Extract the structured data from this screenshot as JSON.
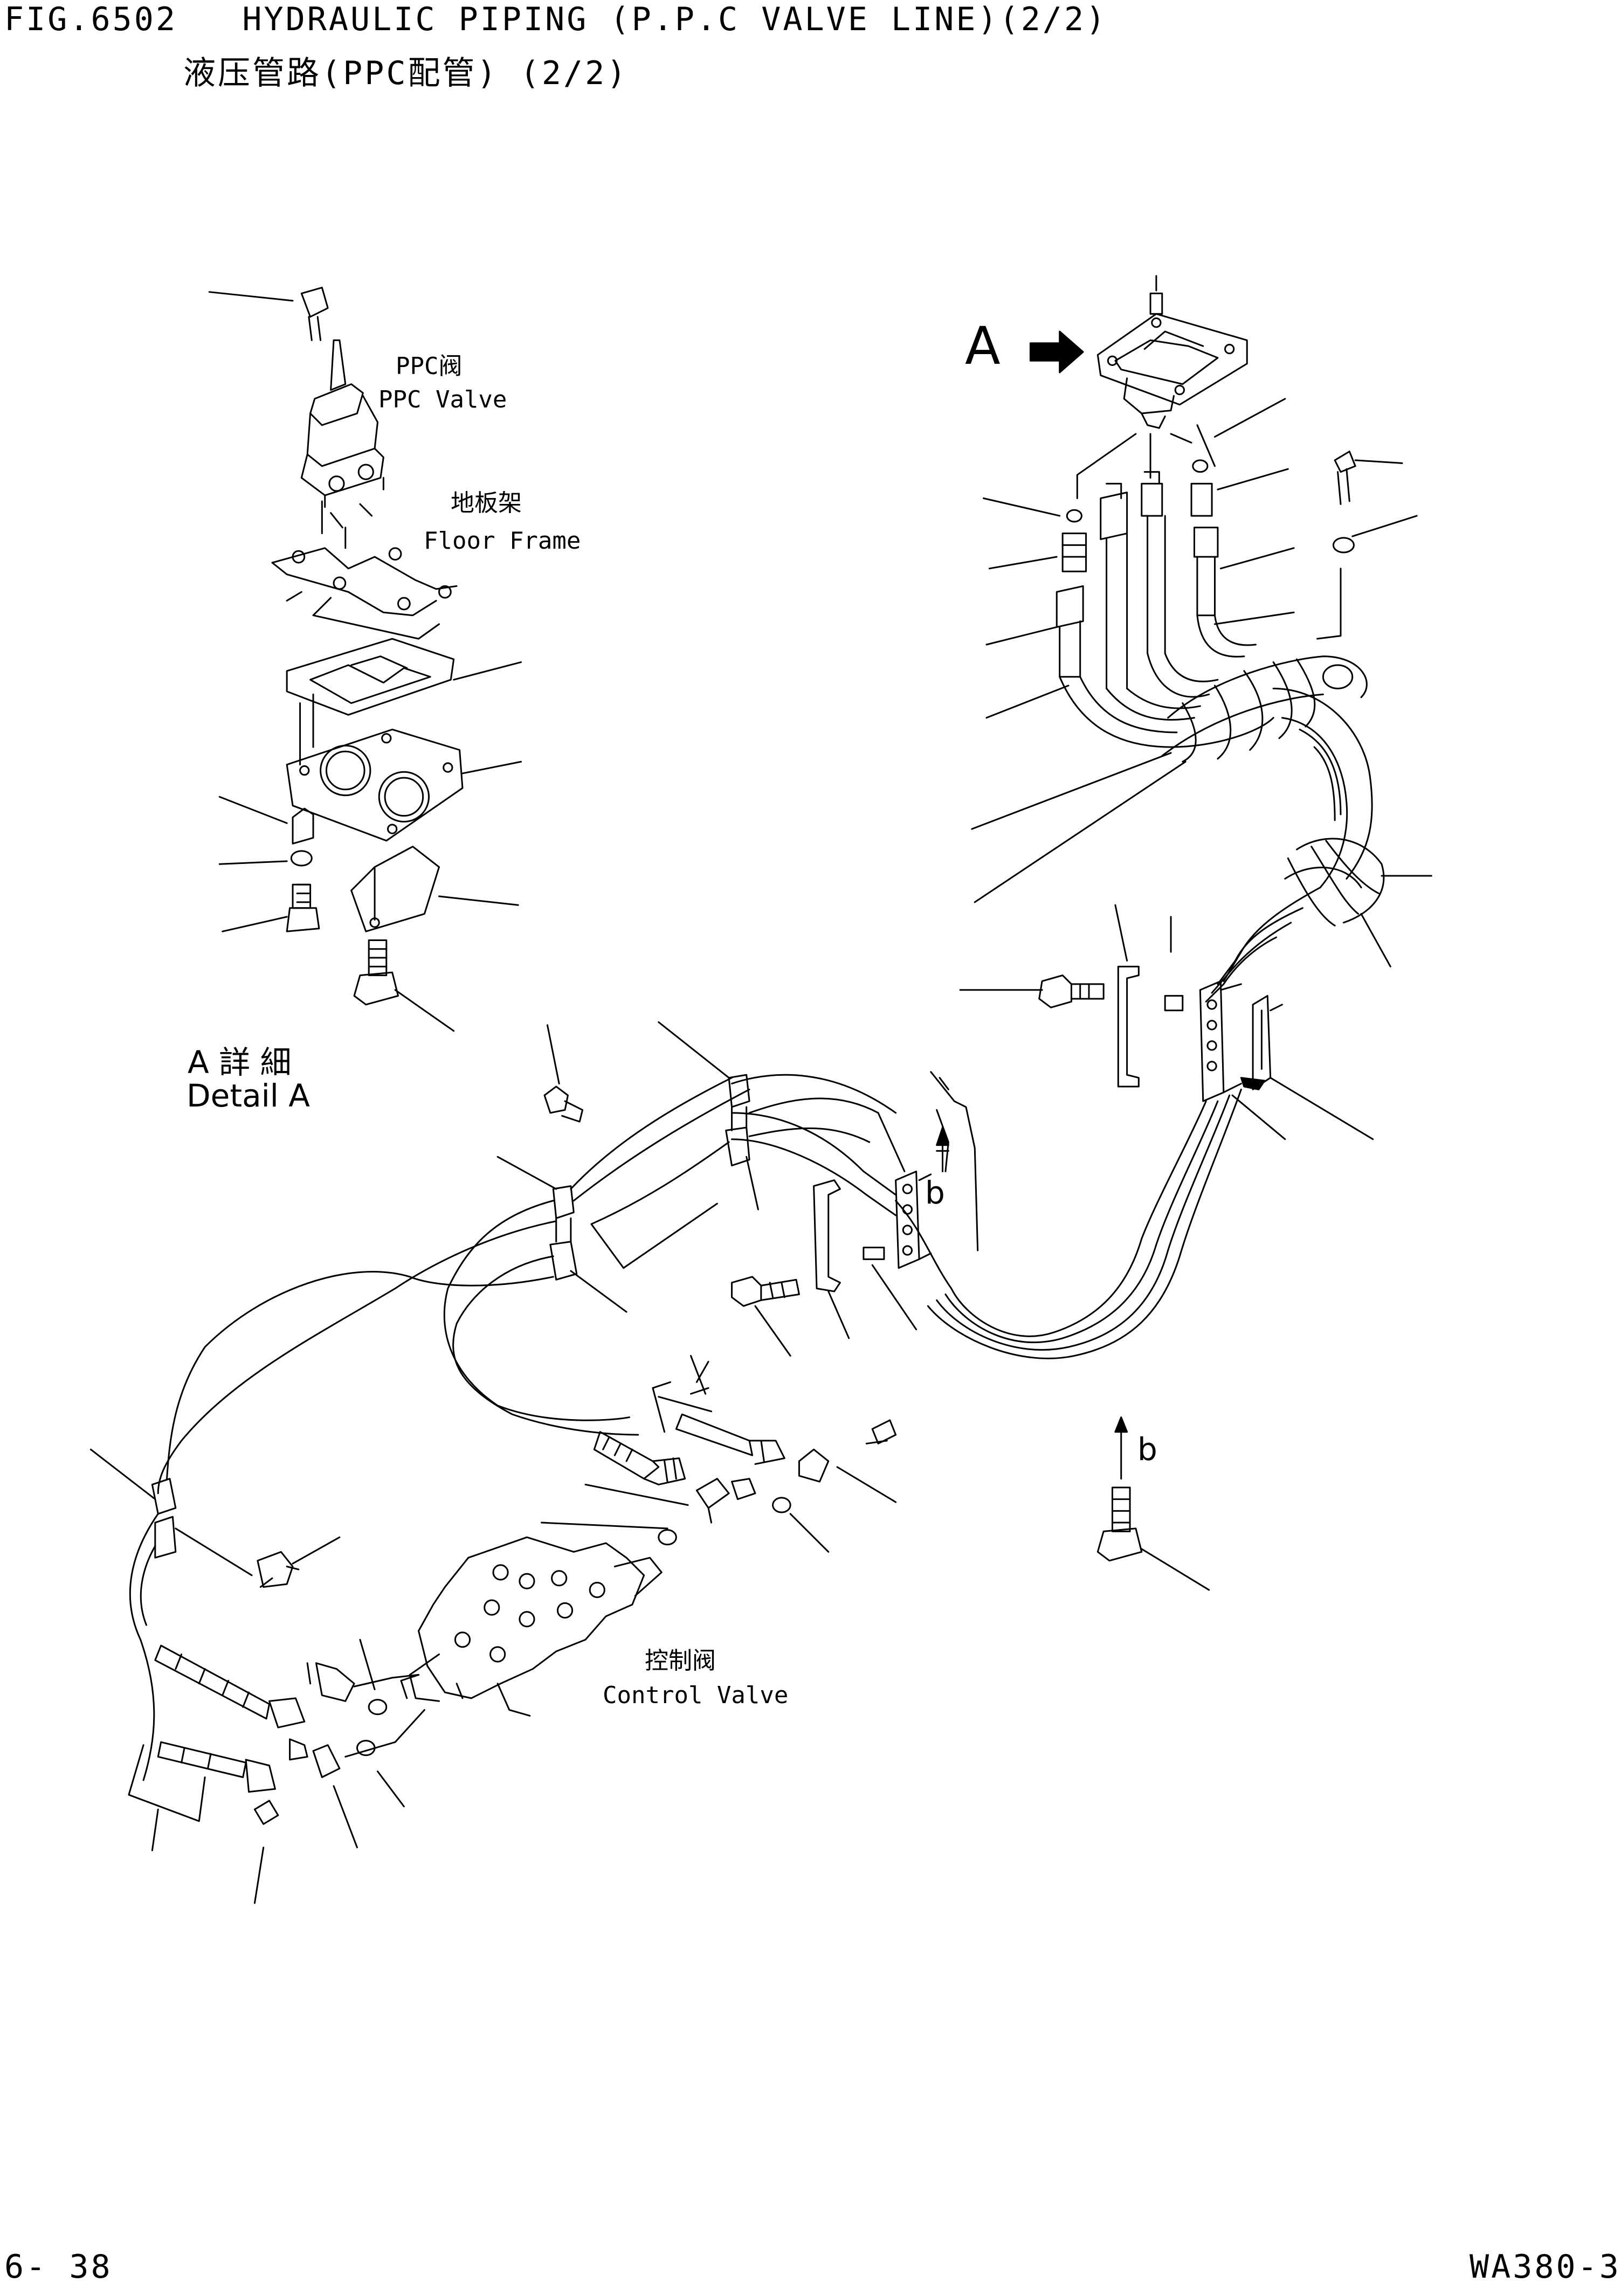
{
  "header": {
    "title_en": "FIG.6502   HYDRAULIC PIPING (P.P.C VALVE LINE)(2/2)",
    "title_zh": "液压管路(PPC配管) (2/2)"
  },
  "labels": {
    "ppc_valve_zh": "PPC阀",
    "ppc_valve_en": "PPC Valve",
    "floor_frame_zh": "地板架",
    "floor_frame_en": "Floor Frame",
    "detail_a_zh": "A 詳 細",
    "detail_a_en": "Detail A",
    "view_a": "A",
    "view_b_upper": "b",
    "view_b_lower": "b",
    "control_valve_zh": "控制阀",
    "control_valve_en": "Control Valve"
  },
  "footer": {
    "page_number": "6- 38",
    "model": "WA380-3"
  },
  "colors": {
    "ink": "#000000",
    "paper": "#ffffff"
  }
}
